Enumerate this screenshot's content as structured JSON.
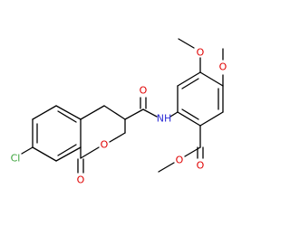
{
  "molecule": {
    "background": "#ffffff",
    "bond_color": "#000000",
    "atom_labels": [
      {
        "id": "cl",
        "text": "Cl",
        "color": "#3aa33a"
      },
      {
        "id": "o-ring",
        "text": "O",
        "color": "#e00000"
      },
      {
        "id": "o-lactone-carbonyl",
        "text": "O",
        "color": "#e00000"
      },
      {
        "id": "o-amide",
        "text": "O",
        "color": "#e00000"
      },
      {
        "id": "nh",
        "text": "NH",
        "color": "#2b2bd6"
      },
      {
        "id": "o-ome-upper",
        "text": "O",
        "color": "#e00000"
      },
      {
        "id": "o-ome-right",
        "text": "O",
        "color": "#e00000"
      },
      {
        "id": "o-ester-carbonyl",
        "text": "O",
        "color": "#e00000"
      },
      {
        "id": "o-ester",
        "text": "O",
        "color": "#e00000"
      }
    ]
  }
}
